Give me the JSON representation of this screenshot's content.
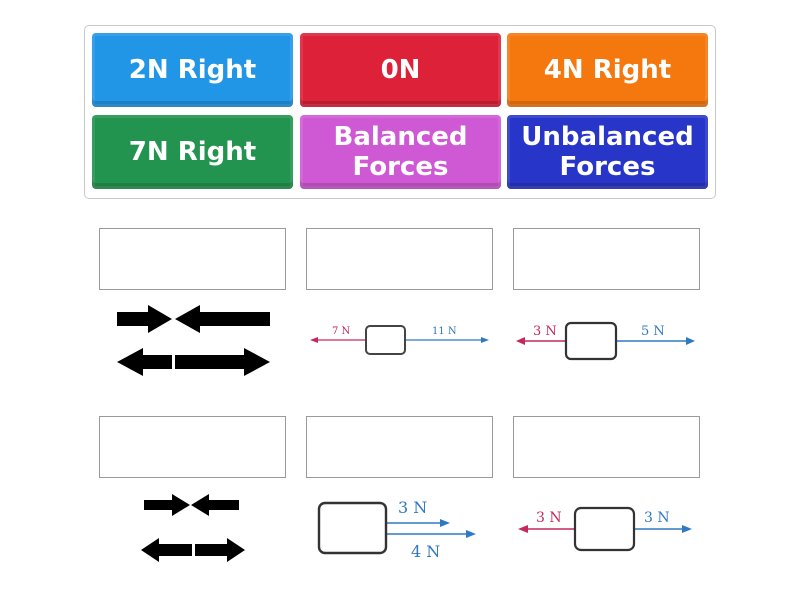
{
  "tiles": [
    {
      "label": "2N Right",
      "color": "#2196e6"
    },
    {
      "label": "0N",
      "color": "#dc2138"
    },
    {
      "label": "4N Right",
      "color": "#f5780f"
    },
    {
      "label": "7N Right",
      "color": "#22944f"
    },
    {
      "label": "Balanced\nForces",
      "color": "#cf59d4"
    },
    {
      "label": "Unbalanced\nForces",
      "color": "#2835c9"
    }
  ],
  "diagrams": {
    "d2": {
      "left_label": "7 N",
      "right_label": "11 N"
    },
    "d3": {
      "left_label": "3 N",
      "right_label": "5 N"
    },
    "d5": {
      "top_label": "3 N",
      "bottom_label": "4 N"
    },
    "d6": {
      "left_label": "3 N",
      "right_label": "3 N"
    }
  },
  "colors": {
    "left_force": "#c4295a",
    "right_force": "#2f78c4",
    "bold_arrow": "#000000"
  }
}
